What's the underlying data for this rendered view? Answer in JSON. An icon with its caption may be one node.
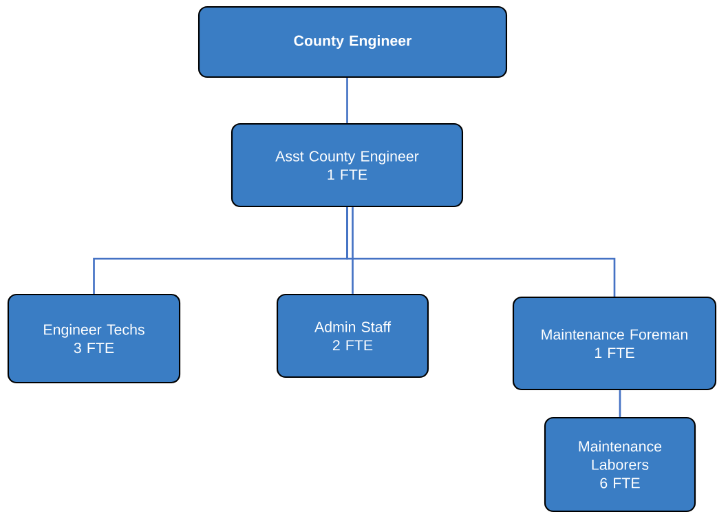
{
  "diagram": {
    "nodes": [
      {
        "text": [
          "County Engineer"
        ]
      },
      {
        "text": [
          "Asst County Engineer",
          "1 FTE"
        ]
      },
      {
        "text": [
          "Engineer Techs",
          "3 FTE"
        ]
      },
      {
        "text": [
          "Admin Staff",
          "2 FTE"
        ]
      },
      {
        "text": [
          "Maintenance Foreman",
          "1 FTE"
        ]
      },
      {
        "text": [
          "Maintenance Laborers",
          "6 FTE"
        ]
      }
    ],
    "edges": [
      {
        "from": 0,
        "to": 1,
        "arrow": "none"
      },
      {
        "from": 1,
        "to": 2,
        "arrow": "none"
      },
      {
        "from": 1,
        "to": 3,
        "arrow": "none"
      },
      {
        "from": 1,
        "to": 4,
        "arrow": "none"
      },
      {
        "from": 4,
        "to": 5,
        "arrow": "none"
      }
    ]
  }
}
